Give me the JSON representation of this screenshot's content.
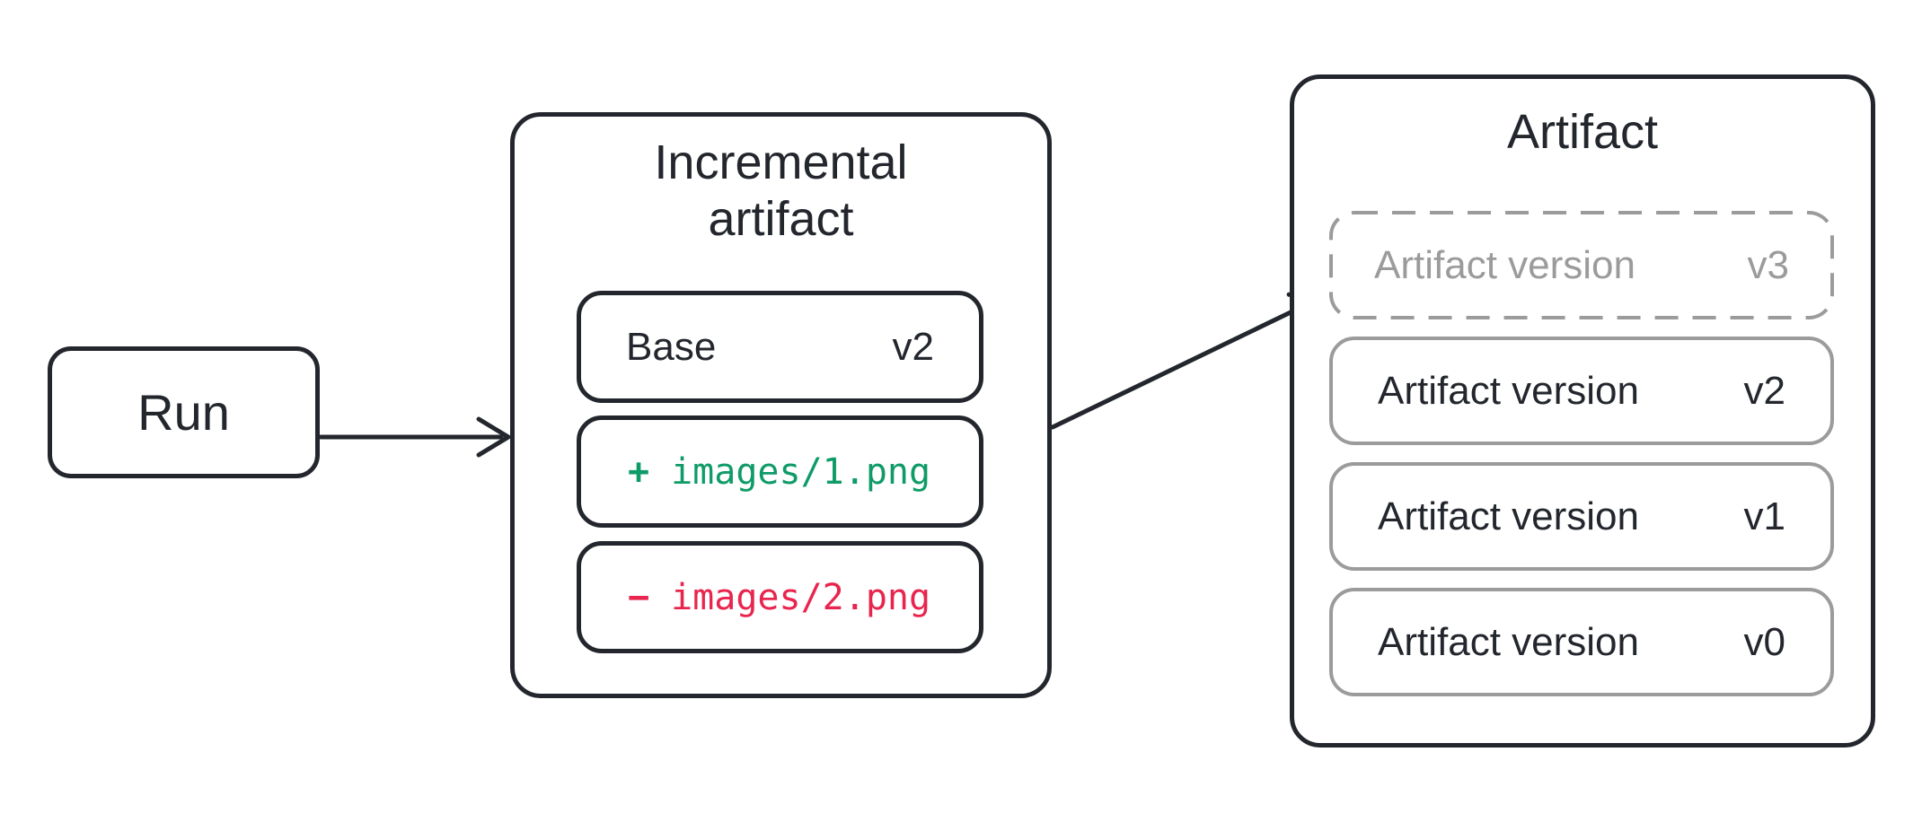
{
  "colors": {
    "ink": "#23272d",
    "border_gray": "#9b9b9b",
    "text_gray": "#9b9b9b",
    "green": "#0f9b68",
    "red": "#e8254e",
    "canvas_bg": "#ffffff"
  },
  "diagram": {
    "run": {
      "label": "Run"
    },
    "incremental": {
      "title_lines": [
        "Incremental",
        "artifact"
      ],
      "base": {
        "label": "Base",
        "version": "v2"
      },
      "added": {
        "sign": "+",
        "path": "images/1.png"
      },
      "removed": {
        "sign": "−",
        "path": "images/2.png"
      }
    },
    "artifact": {
      "title": "Artifact",
      "pending_version": {
        "label": "Artifact version",
        "version": "v3"
      },
      "versions": [
        {
          "label": "Artifact version",
          "version": "v2"
        },
        {
          "label": "Artifact version",
          "version": "v1"
        },
        {
          "label": "Artifact version",
          "version": "v0"
        }
      ]
    }
  }
}
